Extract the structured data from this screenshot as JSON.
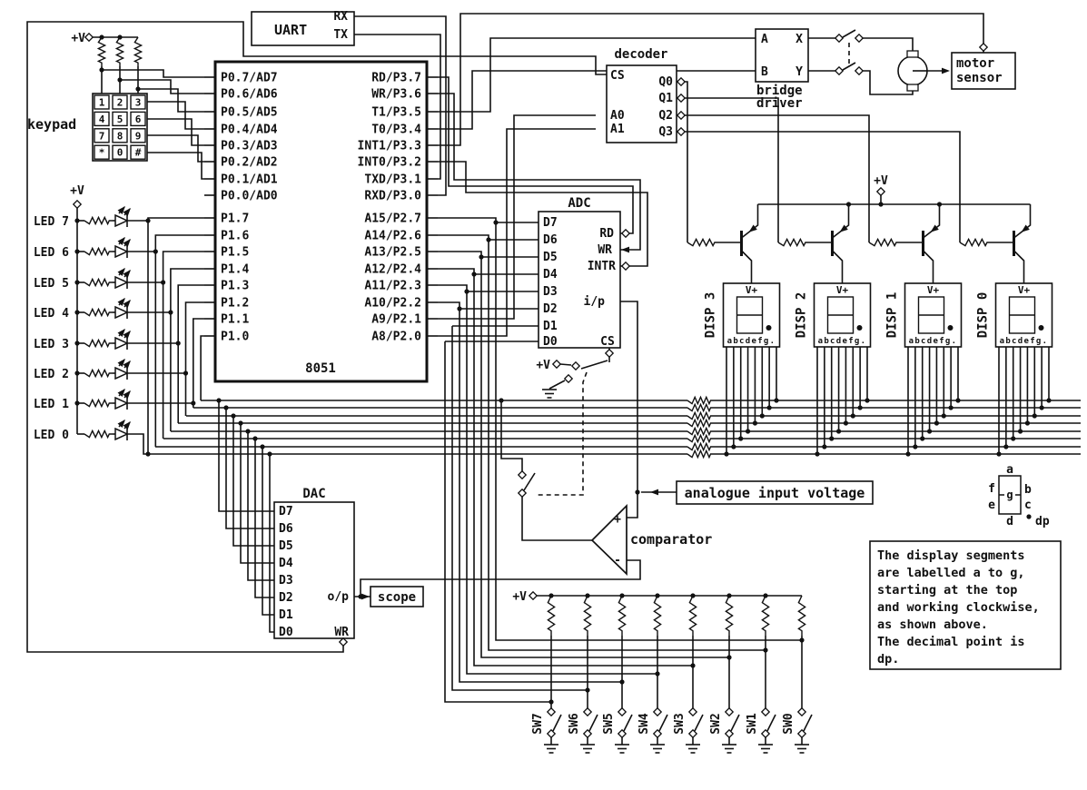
{
  "power": {
    "v": "+V"
  },
  "mcu": {
    "name": "8051",
    "p0": [
      "P0.7/AD7",
      "P0.6/AD6",
      "P0.5/AD5",
      "P0.4/AD4",
      "P0.3/AD3",
      "P0.2/AD2",
      "P0.1/AD1",
      "P0.0/AD0"
    ],
    "p1": [
      "P1.7",
      "P1.6",
      "P1.5",
      "P1.4",
      "P1.3",
      "P1.2",
      "P1.1",
      "P1.0"
    ],
    "p3": [
      "RD/P3.7",
      "WR/P3.6",
      "T1/P3.5",
      "T0/P3.4",
      "INT1/P3.3",
      "INT0/P3.2",
      "TXD/P3.1",
      "RXD/P3.0"
    ],
    "p2": [
      "A15/P2.7",
      "A14/P2.6",
      "A13/P2.5",
      "A12/P2.4",
      "A11/P2.3",
      "A10/P2.2",
      "A9/P2.1",
      "A8/P2.0"
    ]
  },
  "uart": {
    "label": "UART",
    "pins": [
      "RX",
      "TX"
    ]
  },
  "keypad": {
    "label": "keypad",
    "keys": [
      "1",
      "2",
      "3",
      "4",
      "5",
      "6",
      "7",
      "8",
      "9",
      "*",
      "0",
      "#"
    ]
  },
  "leds": [
    "LED 7",
    "LED 6",
    "LED 5",
    "LED 4",
    "LED 3",
    "LED 2",
    "LED 1",
    "LED 0"
  ],
  "decoder": {
    "label": "decoder",
    "inputs": [
      "CS",
      "A0",
      "A1"
    ],
    "outputs": [
      "Q0",
      "Q1",
      "Q2",
      "Q3"
    ]
  },
  "bridge": {
    "line1": "bridge",
    "line2": "driver",
    "pins": {
      "a": "A",
      "b": "B",
      "x": "X",
      "y": "Y"
    }
  },
  "motor_sensor": {
    "line1": "motor",
    "line2": "sensor"
  },
  "adc": {
    "label": "ADC",
    "data": [
      "D7",
      "D6",
      "D5",
      "D4",
      "D3",
      "D2",
      "D1",
      "D0"
    ],
    "rd": "RD",
    "wr": "WR",
    "intr": "INTR",
    "ip": "i/p",
    "cs": "CS"
  },
  "dac": {
    "label": "DAC",
    "data": [
      "D7",
      "D6",
      "D5",
      "D4",
      "D3",
      "D2",
      "D1",
      "D0"
    ],
    "op": "o/p",
    "wr": "WR"
  },
  "scope": {
    "label": "scope"
  },
  "comparator": {
    "label": "comparator",
    "plus": "+",
    "minus": "-"
  },
  "analogue_input": {
    "label": "analogue input voltage"
  },
  "displays": {
    "labels": [
      "DISP 3",
      "DISP 2",
      "DISP 1",
      "DISP 0"
    ],
    "top_pin": "V+",
    "segments": "abcdefg."
  },
  "switches": [
    "SW7",
    "SW6",
    "SW5",
    "SW4",
    "SW3",
    "SW2",
    "SW1",
    "SW0"
  ],
  "segment_legend": {
    "a": "a",
    "b": "b",
    "c": "c",
    "d": "d",
    "e": "e",
    "f": "f",
    "g": "g",
    "dp": "dp"
  },
  "note": {
    "lines": [
      "The display segments",
      "are labelled a to g,",
      "starting at the top",
      "and working clockwise,",
      "as shown above.",
      "The decimal point is",
      "dp."
    ]
  }
}
